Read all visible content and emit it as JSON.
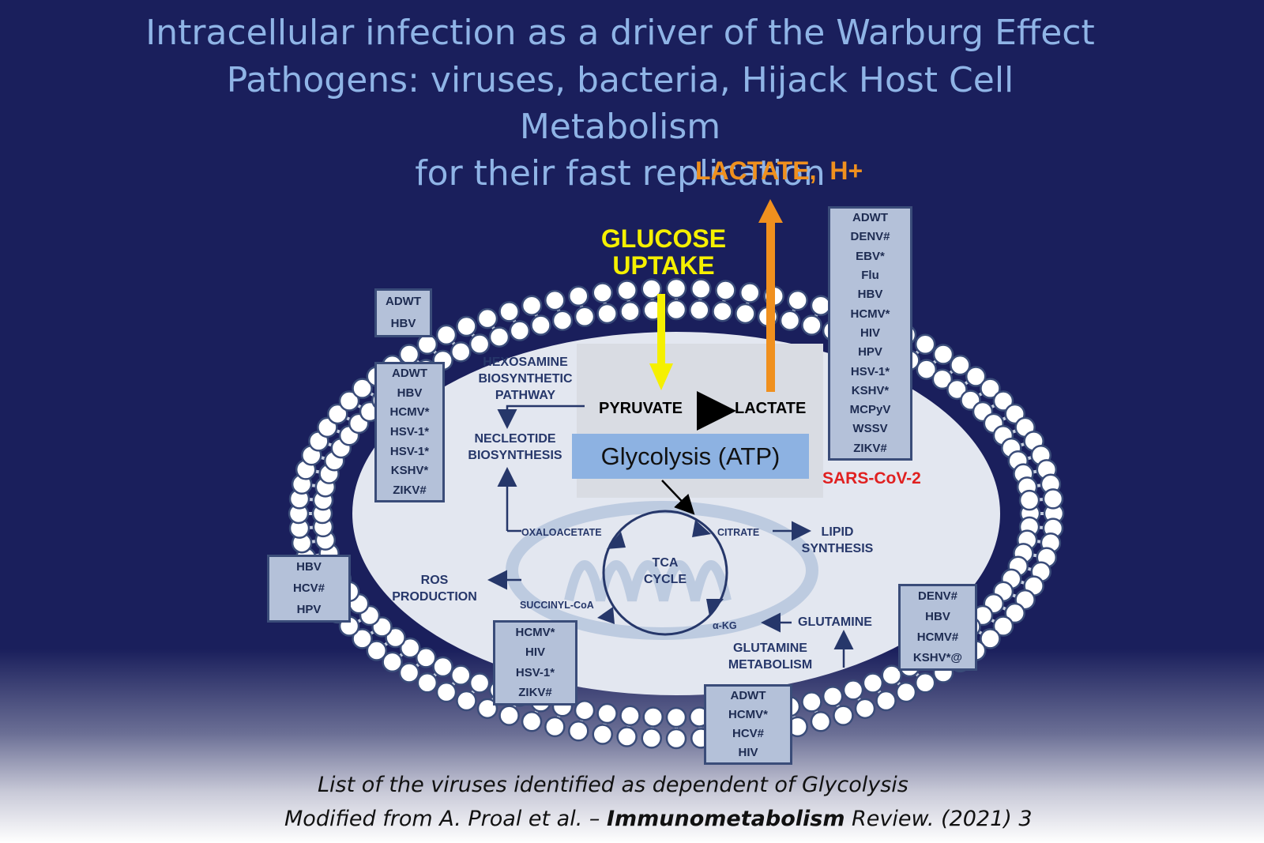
{
  "title": {
    "line1": "Intracellular infection as a driver of the Warburg Effect",
    "line2": "Pathogens: viruses, bacteria, Hijack Host Cell",
    "line3": "Metabolism",
    "line4": "for their fast replication"
  },
  "arrows": {
    "glucose_line1": "GLUCOSE",
    "glucose_line2": "UPTAKE",
    "lactate_out": "LACTATE,",
    "h_plus": "H+"
  },
  "pathway": {
    "pyruvate": "PYRUVATE",
    "lactate": "LACTATE",
    "glycolysis": "Glycolysis (ATP)",
    "hexosamine": [
      "HEXOSAMINE",
      "BIOSYNTHETIC",
      "PATHWAY"
    ],
    "nucleotide": [
      "NECLEOTIDE",
      "BIOSYNTHESIS"
    ],
    "oxaloacetate": "OXALOACETATE",
    "citrate": "CITRATE",
    "lipid": [
      "LIPID",
      "SYNTHESIS"
    ],
    "tca": [
      "TCA",
      "CYCLE"
    ],
    "ros": [
      "ROS",
      "PRODUCTION"
    ],
    "succinyl": "SUCCINYL-CoA",
    "akg": "α-KG",
    "glutamine": "GLUTAMINE",
    "glutamine_metabolism": [
      "GLUTAMINE",
      "METABOLISM"
    ]
  },
  "virus_boxes": {
    "top_left": [
      "ADWT",
      "HBV"
    ],
    "left_upper": [
      "ADWT",
      "HBV",
      "HCMV*",
      "HSV-1*",
      "HSV-1*",
      "KSHV*",
      "ZIKV#"
    ],
    "left_lower": [
      "HBV",
      "HCV#",
      "HPV"
    ],
    "bottom_mid_left": [
      "HCMV*",
      "HIV",
      "HSV-1*",
      "ZIKV#"
    ],
    "bottom_center": [
      "ADWT",
      "HCMV*",
      "HCV#",
      "HIV"
    ],
    "right_lower": [
      "DENV#",
      "HBV",
      "HCMV#",
      "KSHV*@"
    ],
    "right_tall": [
      "ADWT",
      "DENV#",
      "EBV*",
      "Flu",
      "HBV",
      "HCMV*",
      "HIV",
      "HPV",
      "HSV-1*",
      "KSHV*",
      "MCPyV",
      "WSSV",
      "ZIKV#"
    ]
  },
  "sars": "SARS-CoV-2",
  "footer": {
    "line1": "List  of the viruses identified as dependent of Glycolysis",
    "line2_a": "Modified from A. Proal et al. – ",
    "line2_b": "Immunometabolism",
    "line2_c": " Review. (2021) 3"
  },
  "colors": {
    "background": "#1a1f5c",
    "title": "#8fb4e6",
    "glucose": "#f5f000",
    "lactate_arrow": "#f0901e",
    "sars": "#e02020",
    "glycolysis_box": "#8db2e2"
  }
}
